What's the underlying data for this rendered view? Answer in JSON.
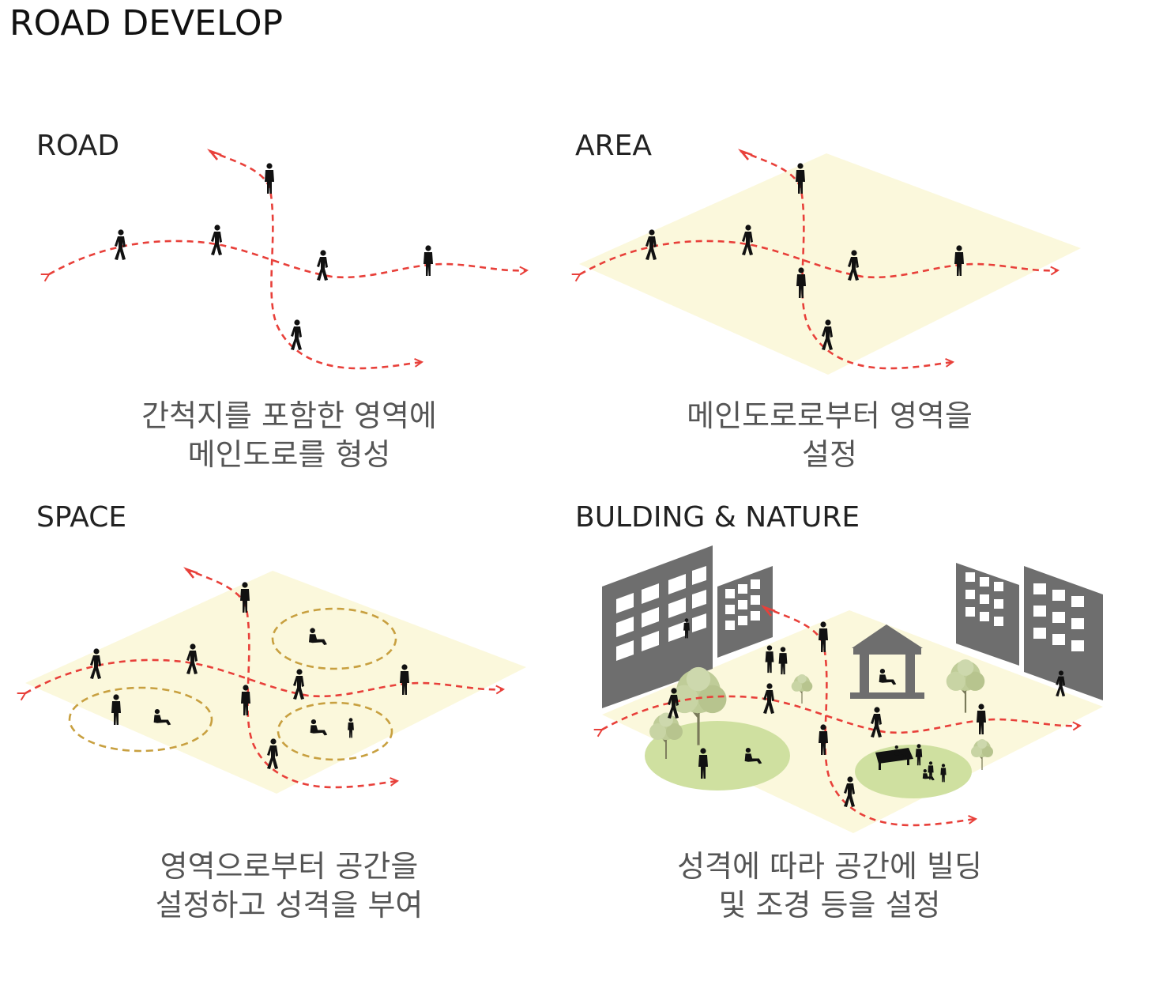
{
  "title": "ROAD DEVELOP",
  "panels": [
    {
      "label": "ROAD",
      "caption": [
        "간척지를 포함한 영역에",
        "메인도로를 형성"
      ]
    },
    {
      "label": "AREA",
      "caption": [
        "메인도로로부터 영역을",
        "설정"
      ]
    },
    {
      "label": "SPACE",
      "caption": [
        "영역으로부터 공간을",
        "설정하고 성격을 부여"
      ]
    },
    {
      "label": "BULDING & NATURE",
      "caption": [
        "성격에 따라 공간에 빌딩",
        "및 조경 등을 설정"
      ]
    }
  ],
  "colors": {
    "path": "#e8403a",
    "area": "#fbf8dc",
    "space_ring": "#c8a040",
    "lawn": "#cfe0a0",
    "building": "#6e6e6e",
    "person": "#111111",
    "tree": "#bfcc98"
  }
}
